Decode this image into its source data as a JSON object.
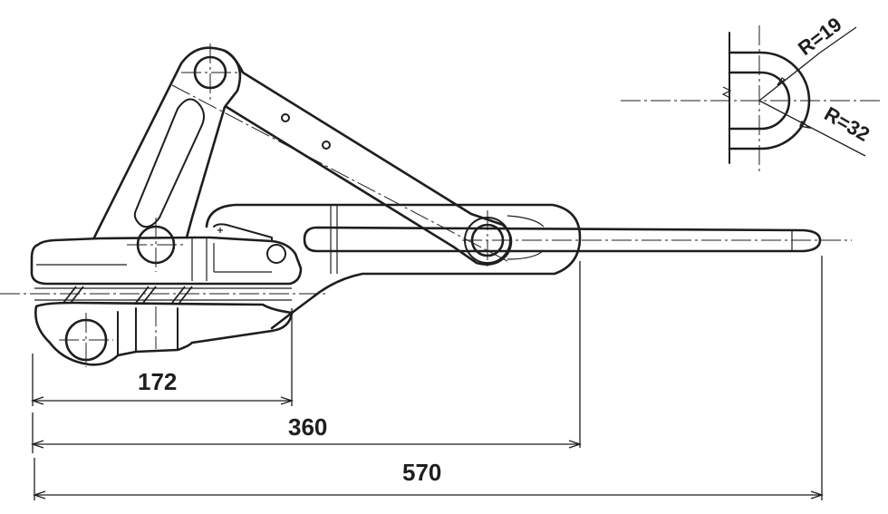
{
  "dimensions": {
    "d172": "172",
    "d360": "360",
    "d570": "570"
  },
  "radii": {
    "r_inner": "R=19",
    "r_outer": "R=32"
  }
}
